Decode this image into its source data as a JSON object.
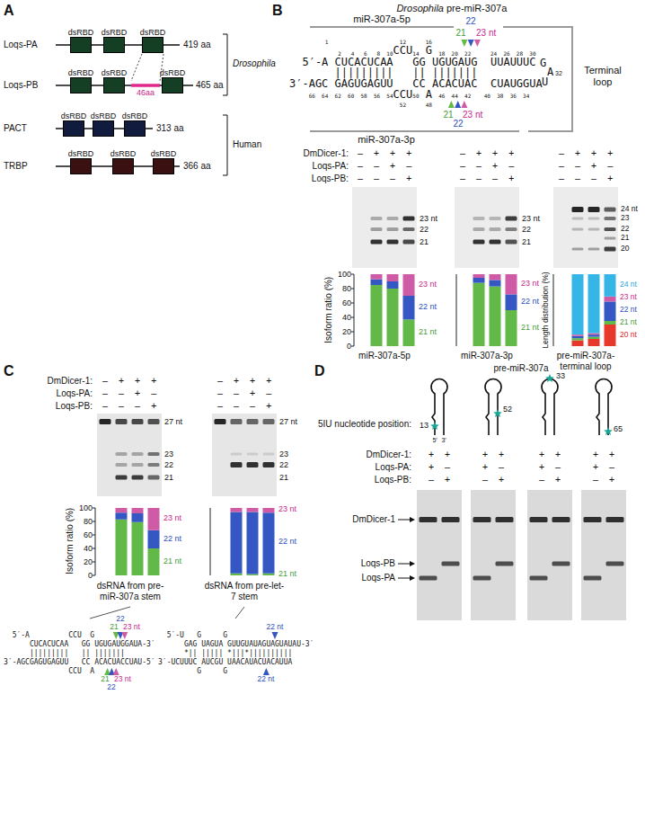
{
  "diagram": {
    "nodes": [
      {
        "text": [
          "dsRBD"
        ]
      },
      {
        "text": [
          "dsRBD"
        ]
      },
      {
        "text": [
          "dsRBD"
        ]
      },
      {
        "text": [
          "dsRBD"
        ]
      },
      {
        "text": [
          "dsRBD"
        ]
      },
      {
        "text": [
          "dsRBD"
        ]
      },
      {
        "text": [
          "dsRBD"
        ]
      },
      {
        "text": [
          "dsRBD"
        ]
      },
      {
        "text": [
          "dsRBD"
        ]
      },
      {
        "text": [
          "dsRBD"
        ]
      },
      {
        "text": [
          "dsRBD"
        ]
      },
      {
        "text": [
          "dsRBD"
        ]
      }
    ],
    "labels": [
      "A",
      "Loqs-PA",
      "419 aa",
      "Loqs-PB",
      "46aa",
      "465 aa",
      "PACT",
      "313 aa",
      "TRBP",
      "366 aa",
      "Drosophila",
      "Human",
      "B",
      "Drosophila",
      "pre-miR-307a",
      "miR-307a-5p",
      "miR-307a-3p",
      "Terminal loop",
      "           1                      12      16",
      "               2   4   6   8  10      14      18  20  22      24  26  28  30",
      "                CCU  G",
      "  5′-A CUCACUCAA   GG UGUGAUG  UUAUUUC",
      "       |||||||||   || |||||||",
      "3′-AGC GAGUGAGUU   CC ACACUAC  CUAUGGUA",
      "                CCU  A",
      "      66  64  62  60  58  56  54      50      46  44  42    40  38  36  34",
      "                                  52      48",
      "G",
      "A",
      "32",
      "U",
      "21",
      "22",
      "23 nt",
      "21",
      "22",
      "23 nt",
      "DmDicer-1:",
      "–  +  +  +",
      "–  +  +  +",
      "–  +  +  +",
      "Loqs-PA:",
      "–  –  +  –",
      "–  –  +  –",
      "–  –  +  –",
      "Loqs-PB:",
      "–  –  –  +",
      "–  –  –  +",
      "–  –  –  +",
      "23 nt",
      "22",
      "21",
      "23 nt",
      "22",
      "21",
      "24 nt",
      "23",
      "22",
      "21",
      "20",
      "100",
      "80",
      "60",
      "40",
      "20",
      "0",
      "Isoform ratio (%)",
      "23 nt",
      "22 nt",
      "21 nt",
      "miR-307a-5p",
      "23 nt",
      "22 nt",
      "21 nt",
      "miR-307a-3p",
      "Length distribution (%)",
      "24 nt",
      "23 nt",
      "22 nt",
      "21 nt",
      "20 nt",
      "pre-miR-307a-terminal loop",
      "C",
      "DmDicer-1:",
      "–  +  +  +",
      "–  +  +  +",
      "Loqs-PA:",
      "–  –  +  –",
      "–  –  +  –",
      "Loqs-PB:",
      "–  –  –  +",
      "–  –  –  +",
      "27 nt",
      "23",
      "22",
      "21",
      "27 nt",
      "23",
      "22",
      "21",
      "100",
      "80",
      "60",
      "40",
      "20",
      "0",
      "Isoform ratio (%)",
      "23 nt",
      "22 nt",
      "21 nt",
      "23 nt",
      "22 nt",
      "21 nt",
      "dsRNA from pre-miR-307a stem",
      "dsRNA from pre-let-7 stem",
      "  5′-A         CCU  G",
      "      CUCACUCAA   GG UGUGAUGGAUA-3′",
      "      |||||||||   || |||||||",
      "3′-AGCGAGUGAGUU   CC ACACUACCUAU-5′",
      "               CCU  A",
      "21",
      "22",
      "23 nt",
      "21",
      "22",
      "23 nt",
      "  5′-U   G     G",
      "      GAG UAGUA GUUGUAUAGUAGUAUAU-3′",
      "      *|| ||||| *|||*||||||||||",
      "3′-UCUUUC AUCGU UAACAUACUACAUUA",
      "         G     G",
      "22 nt",
      "22 nt",
      "D",
      "pre-miR-307a",
      "5IU nucleotide position:",
      "13",
      "52",
      "33",
      "65",
      "5′",
      "3′",
      "DmDicer-1:",
      "+  +",
      "+  +",
      "+  +",
      "+  +",
      "Loqs-PA:",
      "+  –",
      "+  –",
      "+  –",
      "+  –",
      "Loqs-PB:",
      "–  +",
      "–  +",
      "–  +",
      "–  +",
      "DmDicer-1",
      "Loqs-PB",
      "Loqs-PA"
    ]
  }
}
